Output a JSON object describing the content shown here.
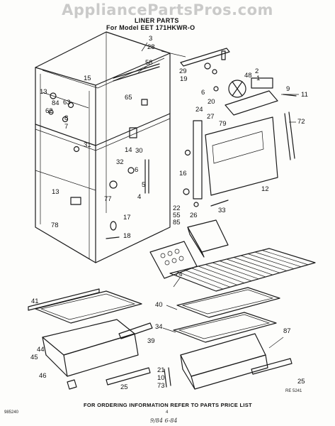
{
  "watermark": "AppliancePartsPros.com",
  "header": {
    "title_line1": "LINER PARTS",
    "title_line2": "For Model EET 171HKWR-O"
  },
  "callouts": {
    "c3": "3",
    "c28": "28",
    "c58": "58",
    "c15": "15",
    "c13a": "13",
    "c63": "63",
    "c84": "84",
    "c62": "62",
    "c65": "65",
    "c8": "8",
    "c7": "7",
    "c31": "31",
    "c14": "14",
    "c30": "30",
    "c32": "32",
    "c6a": "6",
    "c5": "5",
    "c4": "4",
    "c77": "77",
    "c13b": "13",
    "c78": "78",
    "c17": "17",
    "c18": "18",
    "c29": "29",
    "c19": "19",
    "c48": "48",
    "c2": "2",
    "c1": "1",
    "c6b": "6",
    "c9": "9",
    "c11": "11",
    "c20": "20",
    "c24": "24",
    "c27": "27",
    "c79": "79",
    "c72": "72",
    "c16": "16",
    "c12": "12",
    "c22": "22",
    "c55": "55",
    "c26": "26",
    "c33": "33",
    "c85": "85",
    "c74": "74",
    "c41": "41",
    "c40": "40",
    "c34": "34",
    "c44": "44",
    "c45": "45",
    "c39": "39",
    "c87": "87",
    "c46": "46",
    "c21": "21",
    "c10": "10",
    "c73": "73",
    "c25a": "25",
    "c25b": "25"
  },
  "footer": {
    "note": "FOR ORDERING INFORMATION REFER TO PARTS PRICE LIST"
  },
  "codes": {
    "left": "985240",
    "page": "4",
    "right": "RE 5241",
    "handwritten": "9/84 6-84"
  }
}
